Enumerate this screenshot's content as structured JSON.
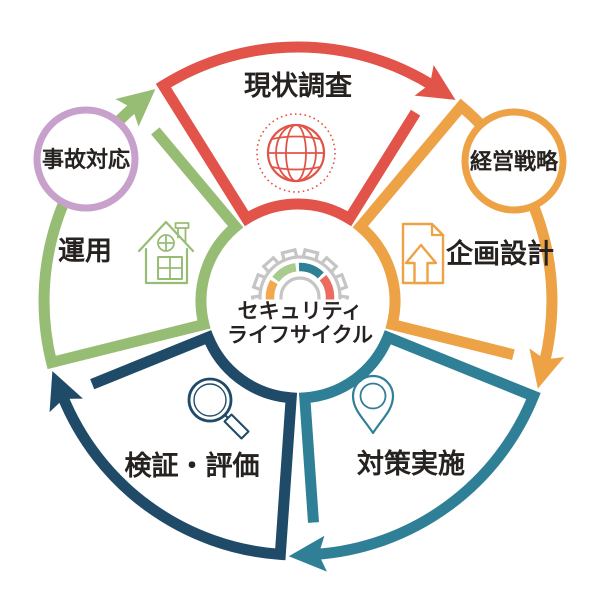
{
  "center": {
    "line1": "セキュリティ",
    "line2": "ライフサイクル"
  },
  "phases": [
    {
      "id": "current-state-survey",
      "label": "現状調査",
      "color": "#e25349",
      "icon": "globe-icon"
    },
    {
      "id": "planning-design",
      "label": "企画設計",
      "color": "#eda245",
      "icon": "document-upload-icon"
    },
    {
      "id": "countermeasure-implementation",
      "label": "対策実施",
      "color": "#2f8096",
      "icon": "map-pin-icon"
    },
    {
      "id": "verification-evaluation",
      "label": "検証・評価",
      "color": "#1f4a68",
      "icon": "magnifier-icon"
    },
    {
      "id": "operation",
      "label": "運用",
      "color": "#97bd74",
      "icon": "house-icon"
    }
  ],
  "badges": [
    {
      "id": "management-strategy",
      "label": "経営戦略",
      "color": "#eda245"
    },
    {
      "id": "incident-response",
      "label": "事故対応",
      "color": "#c7a0cb"
    }
  ],
  "gear": {
    "outline": "#c5c5c5",
    "arc_colors": [
      "#f0a94e",
      "#a8cb8e",
      "#2e8195",
      "#ec6a60"
    ]
  },
  "flow": {
    "direction": "clockwise"
  },
  "text_color": "#262220"
}
